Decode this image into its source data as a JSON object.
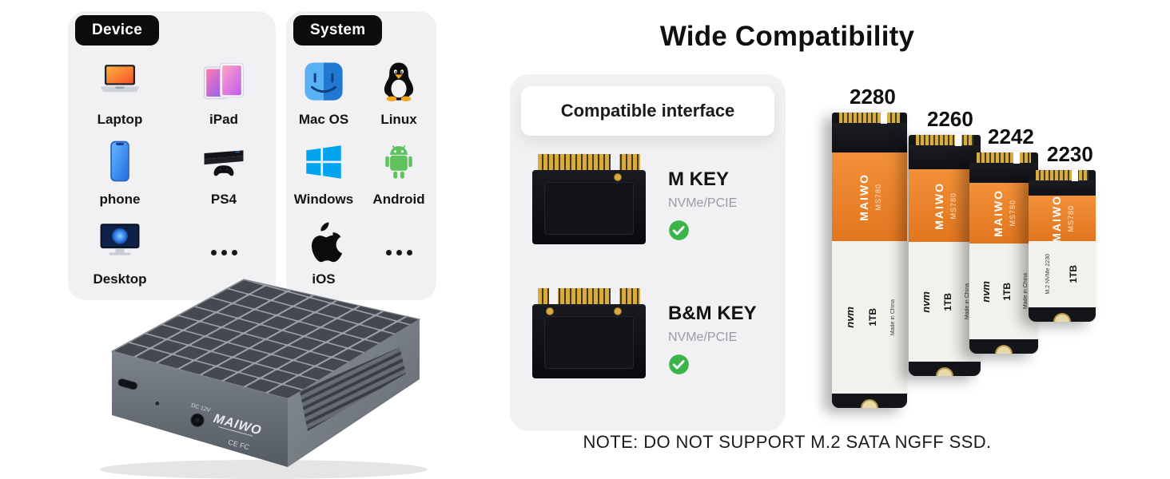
{
  "accent_colors": {
    "green_check": "#3bb54a",
    "orange_label": "#ec8630",
    "gold": "#d6ac44",
    "card_bg": "#f1f1f4"
  },
  "device_card": {
    "title": "Device",
    "items": [
      {
        "label": "Laptop",
        "icon": "laptop-icon"
      },
      {
        "label": "iPad",
        "icon": "tablet-icon"
      },
      {
        "label": "phone",
        "icon": "smartphone-icon"
      },
      {
        "label": "PS4",
        "icon": "game-console-icon"
      },
      {
        "label": "Desktop",
        "icon": "desktop-monitor-icon"
      },
      {
        "label": "",
        "icon": "more-dots-icon"
      }
    ]
  },
  "system_card": {
    "title": "System",
    "items": [
      {
        "label": "Mac OS",
        "icon": "macos-finder-icon"
      },
      {
        "label": "Linux",
        "icon": "linux-penguin-icon"
      },
      {
        "label": "Windows",
        "icon": "windows-icon"
      },
      {
        "label": "Android",
        "icon": "android-icon"
      },
      {
        "label": "iOS",
        "icon": "apple-icon"
      },
      {
        "label": "",
        "icon": "more-dots-icon"
      }
    ]
  },
  "enclosure": {
    "brand": "MAIWO",
    "dc_label": "DC 12V",
    "cert_marks": "CE FC"
  },
  "compatibility": {
    "title": "Wide Compatibility",
    "card_header": "Compatible interface",
    "rows": [
      {
        "key_label": "M KEY",
        "subtitle": "NVMe/PCIE",
        "supported": true
      },
      {
        "key_label": "B&M KEY",
        "subtitle": "NVMe/PCIE",
        "supported": true
      }
    ],
    "note": "NOTE: DO NOT SUPPORT M.2 SATA NGFF SSD."
  },
  "ssds": {
    "brand": "MAIWO",
    "model": "MS780",
    "capacity": "1TB",
    "nvme_logo": "nvm",
    "made_in": "Made in China",
    "spec_smallest": "M.2 NVMe 2230",
    "sizes": [
      {
        "size": "2280"
      },
      {
        "size": "2260"
      },
      {
        "size": "2242"
      },
      {
        "size": "2230"
      }
    ]
  }
}
